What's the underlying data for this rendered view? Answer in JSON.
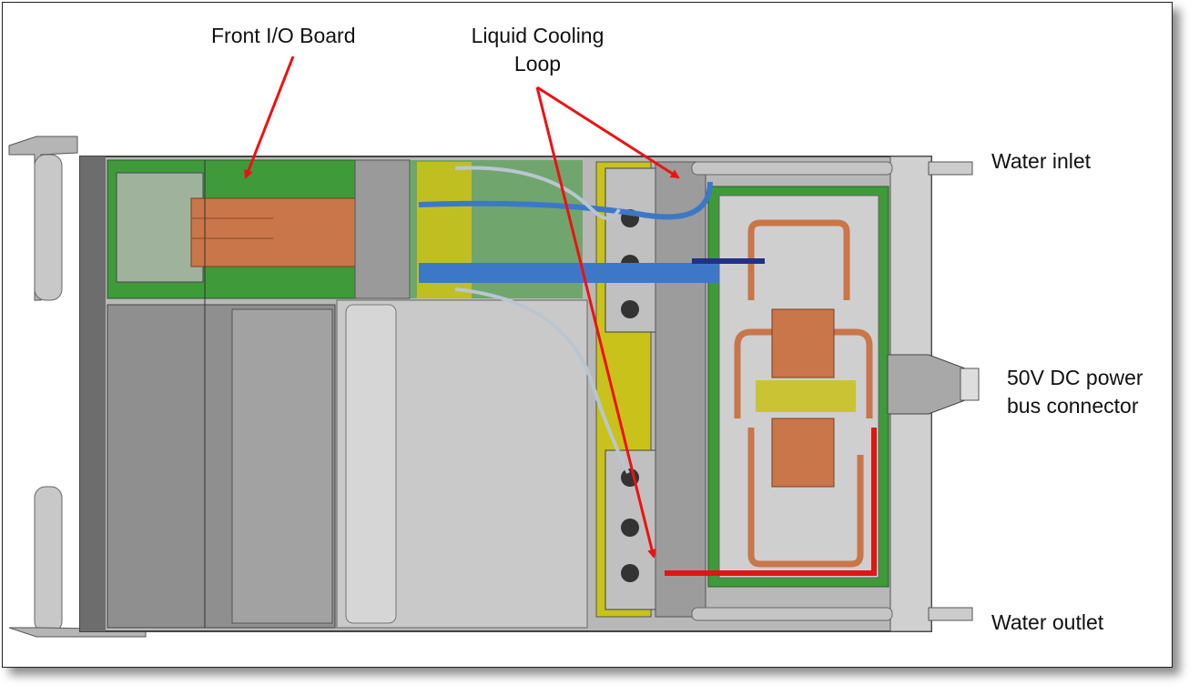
{
  "labels": {
    "front_io_board": "Front I/O Board",
    "liquid_cooling_loop_line1": "Liquid Cooling",
    "liquid_cooling_loop_line2": "Loop",
    "water_inlet": "Water inlet",
    "power_connector_line1": "50V DC power",
    "power_connector_line2": "bus connector",
    "water_outlet": "Water outlet"
  },
  "colors": {
    "arrow": "#ee1111",
    "board_green": "#3f9a3a",
    "copper": "#c8764a",
    "chassis_grey": "#a9a9a9",
    "bracket_yellow": "#c9c21a",
    "hose_blue": "#3d78c8",
    "outlet_red": "#e01515"
  }
}
